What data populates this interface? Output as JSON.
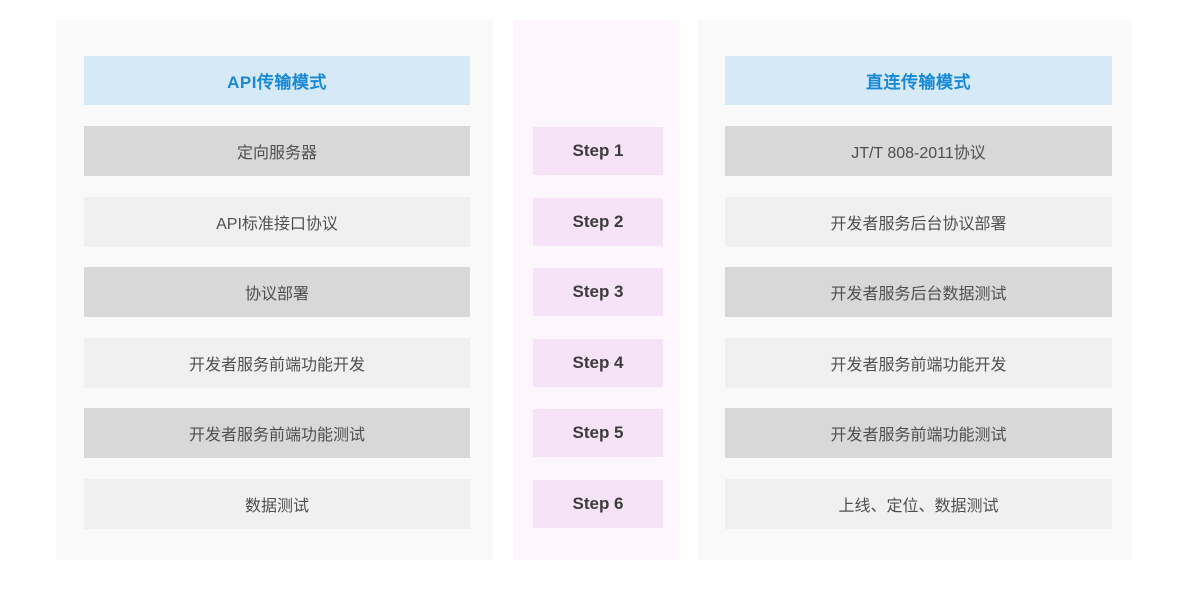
{
  "left_panel": {
    "header": {
      "label": "API传输模式"
    },
    "rows": [
      {
        "label": "定向服务器",
        "shade": "dark"
      },
      {
        "label": "API标准接口协议",
        "shade": "light"
      },
      {
        "label": "协议部署",
        "shade": "dark"
      },
      {
        "label": "开发者服务前端功能开发",
        "shade": "light"
      },
      {
        "label": "开发者服务前端功能测试",
        "shade": "dark"
      },
      {
        "label": "数据测试",
        "shade": "light"
      }
    ]
  },
  "steps_panel": {
    "steps": [
      {
        "label": "Step 1"
      },
      {
        "label": "Step 2"
      },
      {
        "label": "Step 3"
      },
      {
        "label": "Step 4"
      },
      {
        "label": "Step 5"
      },
      {
        "label": "Step 6"
      }
    ]
  },
  "right_panel": {
    "header": {
      "label": "直连传输模式"
    },
    "rows": [
      {
        "label": "JT/T 808-2011协议",
        "shade": "dark"
      },
      {
        "label": "开发者服务后台协议部署",
        "shade": "light"
      },
      {
        "label": "开发者服务后台数据测试",
        "shade": "dark"
      },
      {
        "label": "开发者服务前端功能开发",
        "shade": "light"
      },
      {
        "label": "开发者服务前端功能测试",
        "shade": "dark"
      },
      {
        "label": "上线、定位、数据测试",
        "shade": "light"
      }
    ]
  },
  "colors": {
    "page_background": "#ffffff",
    "panel_background": "#f9f9fa",
    "steps_panel_background": "#fdf7fd",
    "header_background": "#d6e9f6",
    "header_text": "#1789d7",
    "row_dark": "#d8d8d8",
    "row_light": "#f0f0f0",
    "row_text": "#4f4f4f",
    "step_background": "#f7e3f7",
    "step_text": "#3c3c3c"
  }
}
